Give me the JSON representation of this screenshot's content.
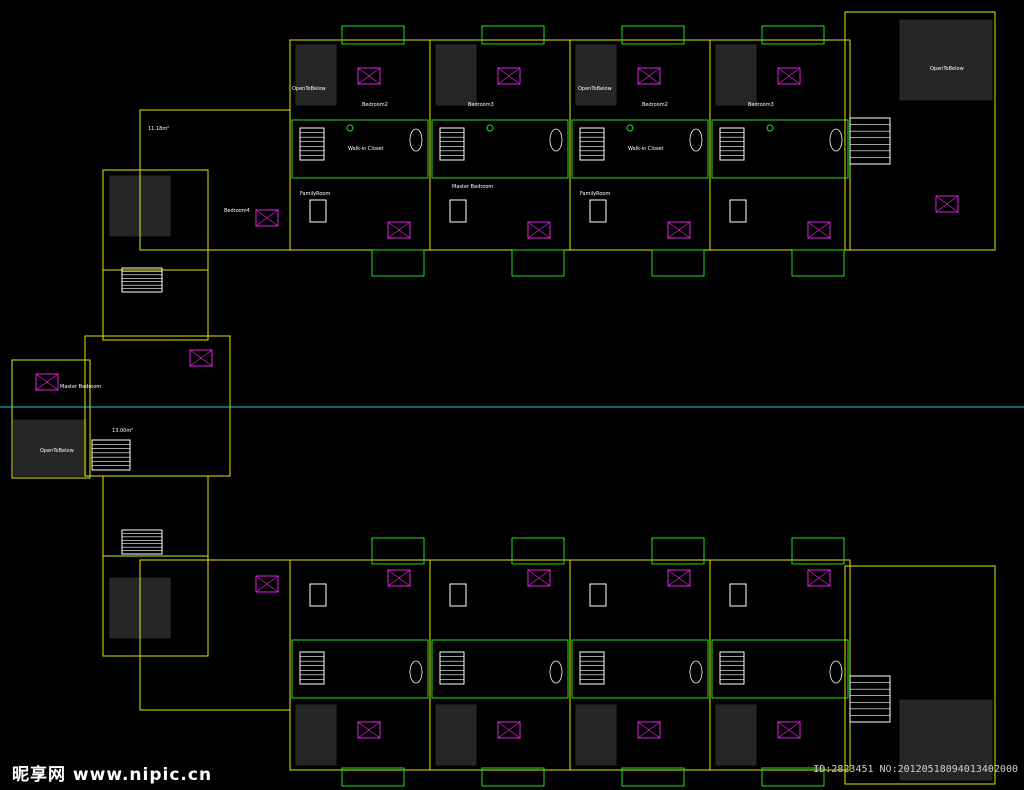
{
  "colors": {
    "background": "#000000",
    "wall_yellow": "#e6e600",
    "wall_green": "#22dd22",
    "furniture_magenta": "#e020e0",
    "fixture_white": "#ffffff",
    "section_cyan": "#20c8e0",
    "fill_grey": "#262626"
  },
  "watermark": {
    "brand": "昵享网 www.nipic.cn",
    "id": "ID:2823451 NO:20120518094013402000"
  },
  "room_labels": [
    "OpenToBelow",
    "Bedroom2",
    "Bedroom3",
    "FamilyRoom",
    "Walk-in Closet",
    "Master Bedroom",
    "Bedroom4",
    "OpenToBelow",
    "FamilyRoom",
    "Bedroom2",
    "Bedroom3",
    "Walk-in Closet",
    "Master Bedroom",
    "13.00m²",
    "11.18m²",
    "OpenToBelow",
    "OpenToBelow"
  ]
}
